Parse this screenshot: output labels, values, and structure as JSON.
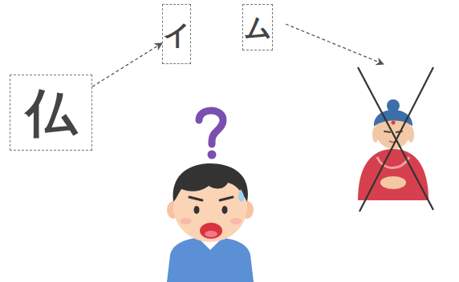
{
  "diagram": {
    "nodes": [
      {
        "text": [
          "仏"
        ]
      },
      {
        "text": [
          "イ"
        ]
      },
      {
        "text": [
          "ム"
        ]
      }
    ],
    "edges": [
      {
        "from": 0,
        "to": 1,
        "arrow": "to"
      }
    ]
  }
}
